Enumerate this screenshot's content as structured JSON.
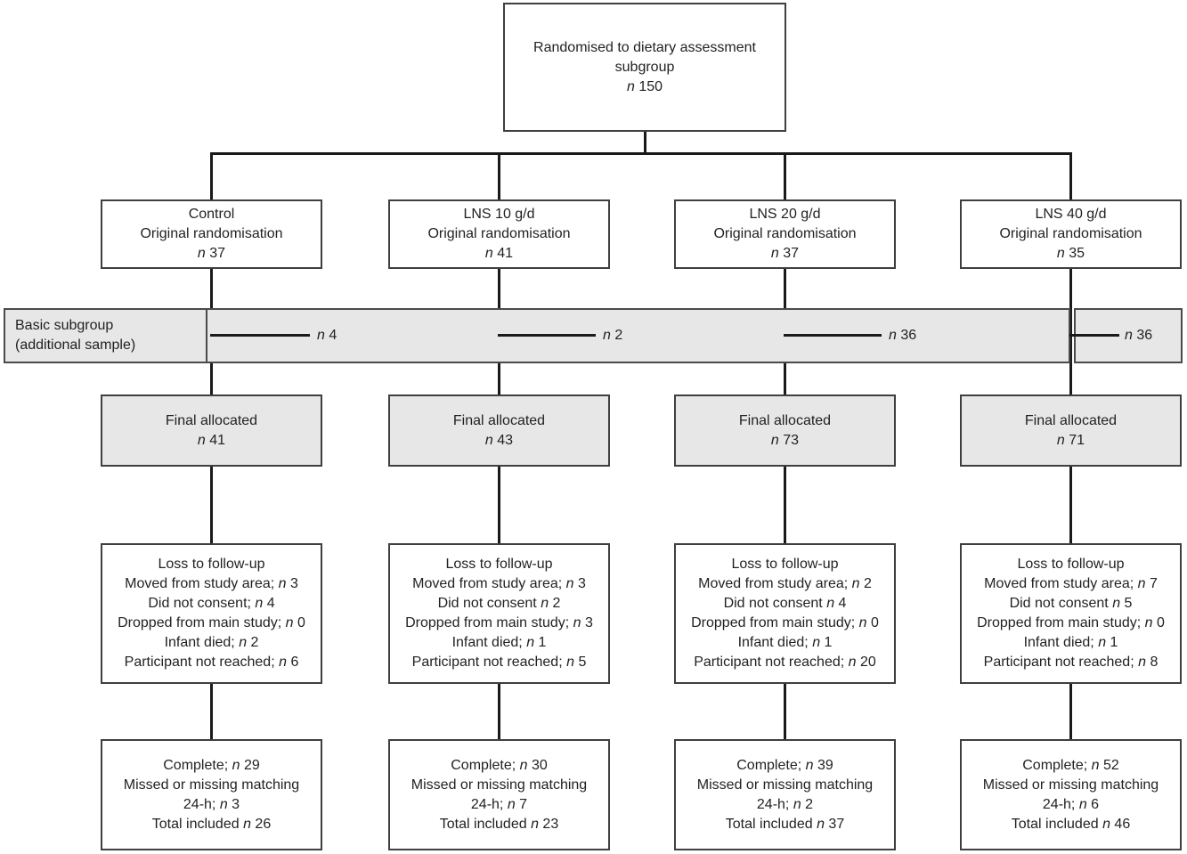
{
  "colors": {
    "background": "#ffffff",
    "box_fill_white": "#ffffff",
    "box_fill_gray": "#e7e7e7",
    "box_border": "#3f3f3f",
    "connector_line": "#1a1a1a",
    "text": "#231f20"
  },
  "top_box": {
    "lines": [
      "Randomised to dietary assessment",
      "subgroup",
      "n 150"
    ]
  },
  "band": {
    "label_lines": [
      "Basic subgroup",
      "(additional sample)"
    ]
  },
  "arms": [
    {
      "randomised_lines": [
        "Control",
        "Original randomisation",
        "n 37"
      ],
      "basic_subgroup_label": "n 4",
      "final_allocated_lines": [
        "Final allocated",
        "n 41"
      ],
      "loss_lines": [
        "Loss to follow-up",
        "Moved from study area; n 3",
        "Did not consent; n 4",
        "Dropped from main study; n 0",
        "Infant died; n 2",
        "Participant not reached; n 6"
      ],
      "outcome_lines": [
        "Complete; n 29",
        "Missed or missing matching",
        "24-h; n 3",
        "Total included n 26"
      ]
    },
    {
      "randomised_lines": [
        "LNS 10 g/d",
        "Original randomisation",
        "n 41"
      ],
      "basic_subgroup_label": "n 2",
      "final_allocated_lines": [
        "Final allocated",
        "n 43"
      ],
      "loss_lines": [
        "Loss to follow-up",
        "Moved from study area; n 3",
        "Did not consent n 2",
        "Dropped from main study; n 3",
        "Infant died; n 1",
        "Participant not reached; n 5"
      ],
      "outcome_lines": [
        "Complete; n 30",
        "Missed or missing matching",
        "24-h; n 7",
        "Total included n 23"
      ]
    },
    {
      "randomised_lines": [
        "LNS 20 g/d",
        "Original randomisation",
        "n 37"
      ],
      "basic_subgroup_label": "n 36",
      "final_allocated_lines": [
        "Final allocated",
        "n 73"
      ],
      "loss_lines": [
        "Loss to follow-up",
        "Moved from study area; n 2",
        "Did not consent n 4",
        "Dropped from main study; n 0",
        "Infant died; n 1",
        "Participant not reached; n 20"
      ],
      "outcome_lines": [
        "Complete; n 39",
        "Missed or missing matching",
        "24-h; n 2",
        "Total included n 37"
      ]
    },
    {
      "randomised_lines": [
        "LNS 40 g/d",
        "Original randomisation",
        "n 35"
      ],
      "basic_subgroup_label": "n 36",
      "final_allocated_lines": [
        "Final allocated",
        "n 71"
      ],
      "loss_lines": [
        "Loss to follow-up",
        "Moved from study area; n 7",
        "Did not consent n 5",
        "Dropped from main study; n 0",
        "Infant died; n 1",
        "Participant not reached; n 8"
      ],
      "outcome_lines": [
        "Complete; n 52",
        "Missed or missing matching",
        "24-h; n 6",
        "Total included n 46"
      ]
    }
  ]
}
